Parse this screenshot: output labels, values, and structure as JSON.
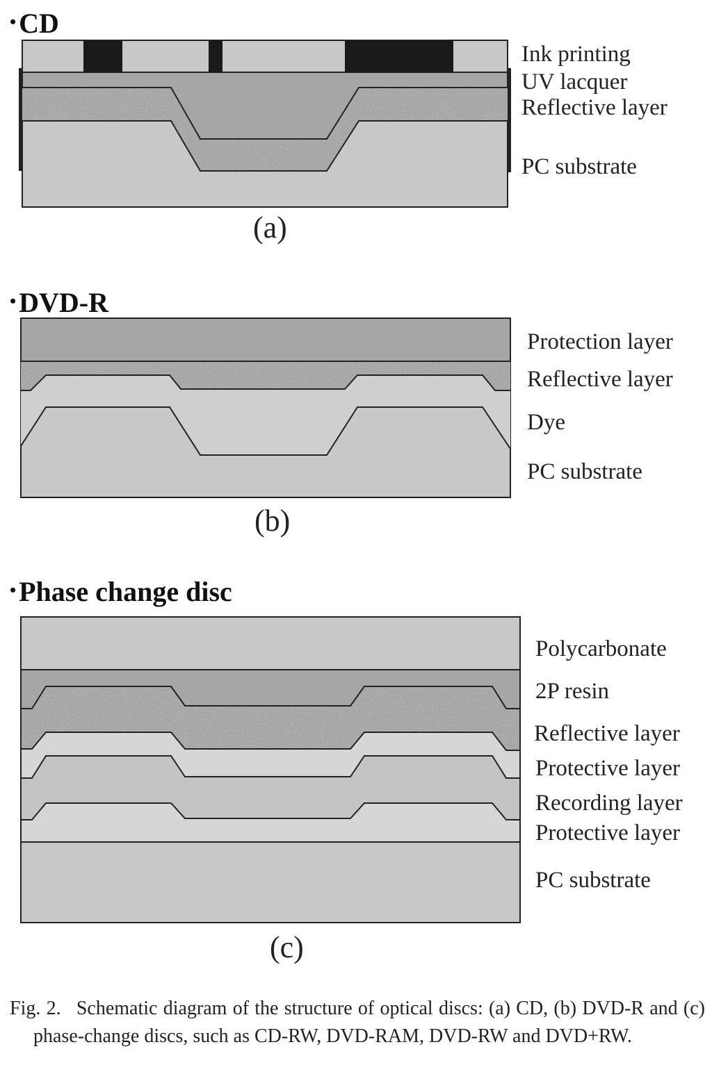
{
  "panels": {
    "a": {
      "title": "CD",
      "letter": "(a)",
      "labels": [
        "Ink printing",
        "UV lacquer",
        "Reflective layer",
        "PC substrate"
      ]
    },
    "b": {
      "title": "DVD-R",
      "letter": "(b)",
      "labels": [
        "Protection layer",
        "Reflective layer",
        "Dye",
        "PC substrate"
      ]
    },
    "c": {
      "title": "Phase change disc",
      "letter": "(c)",
      "labels": [
        "Polycarbonate",
        "2P resin",
        "Reflective layer",
        "Protective layer",
        "Recording layer",
        "Protective layer",
        "PC substrate"
      ]
    }
  },
  "caption": "Fig. 2.  Schematic diagram of the structure of optical discs: (a) CD, (b) DVD-R and (c) phase-change discs, such as CD-RW, DVD-RAM, DVD-RW and DVD+RW.",
  "colors": {
    "light_gray": "#c8c8c8",
    "mid_gray": "#a6a6a6",
    "lighter_gray": "#d6d6d6",
    "ink": "#1a1a1a"
  }
}
